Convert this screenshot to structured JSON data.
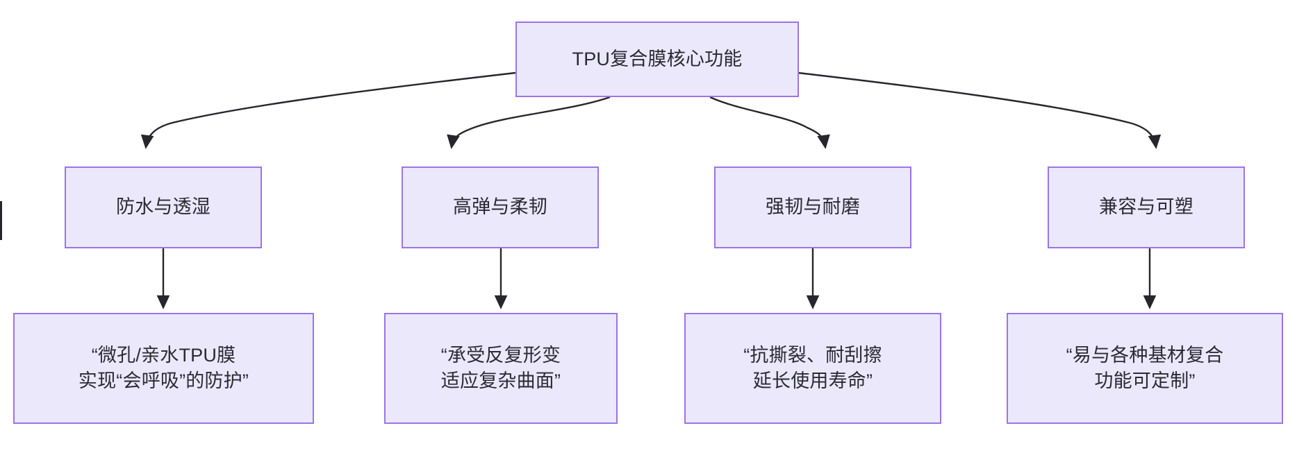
{
  "diagram": {
    "title": "TPU复合膜核心功能",
    "type": "flowchart-tree",
    "orientation": "top-down",
    "colors": {
      "node_fill": "#ebe8fc",
      "node_border": "#9a74e8",
      "text": "#2a2a33",
      "edge": "#26262c",
      "background": "#ffffff"
    },
    "root": {
      "id": "root",
      "label": "TPU复合膜核心功能"
    },
    "branches": [
      {
        "id": "branch-1",
        "label": "防水与透湿",
        "leaf": {
          "id": "leaf-1",
          "label": "“微孔/亲水TPU膜\n实现“会呼吸”的防护”",
          "line1": "“微孔/亲水TPU膜",
          "line2": "实现“会呼吸”的防护”"
        }
      },
      {
        "id": "branch-2",
        "label": "高弹与柔韧",
        "leaf": {
          "id": "leaf-2",
          "label": "“承受反复形变\n适应复杂曲面”",
          "line1": "“承受反复形变",
          "line2": "适应复杂曲面”"
        }
      },
      {
        "id": "branch-3",
        "label": "强韧与耐磨",
        "leaf": {
          "id": "leaf-3",
          "label": "“抗撕裂、耐刮擦\n延长使用寿命”",
          "line1": "“抗撕裂、耐刮擦",
          "line2": "延长使用寿命”"
        }
      },
      {
        "id": "branch-4",
        "label": "兼容与可塑",
        "leaf": {
          "id": "leaf-4",
          "label": "“易与各种基材复合\n功能可定制”",
          "line1": "“易与各种基材复合",
          "line2": "功能可定制”"
        }
      }
    ]
  }
}
